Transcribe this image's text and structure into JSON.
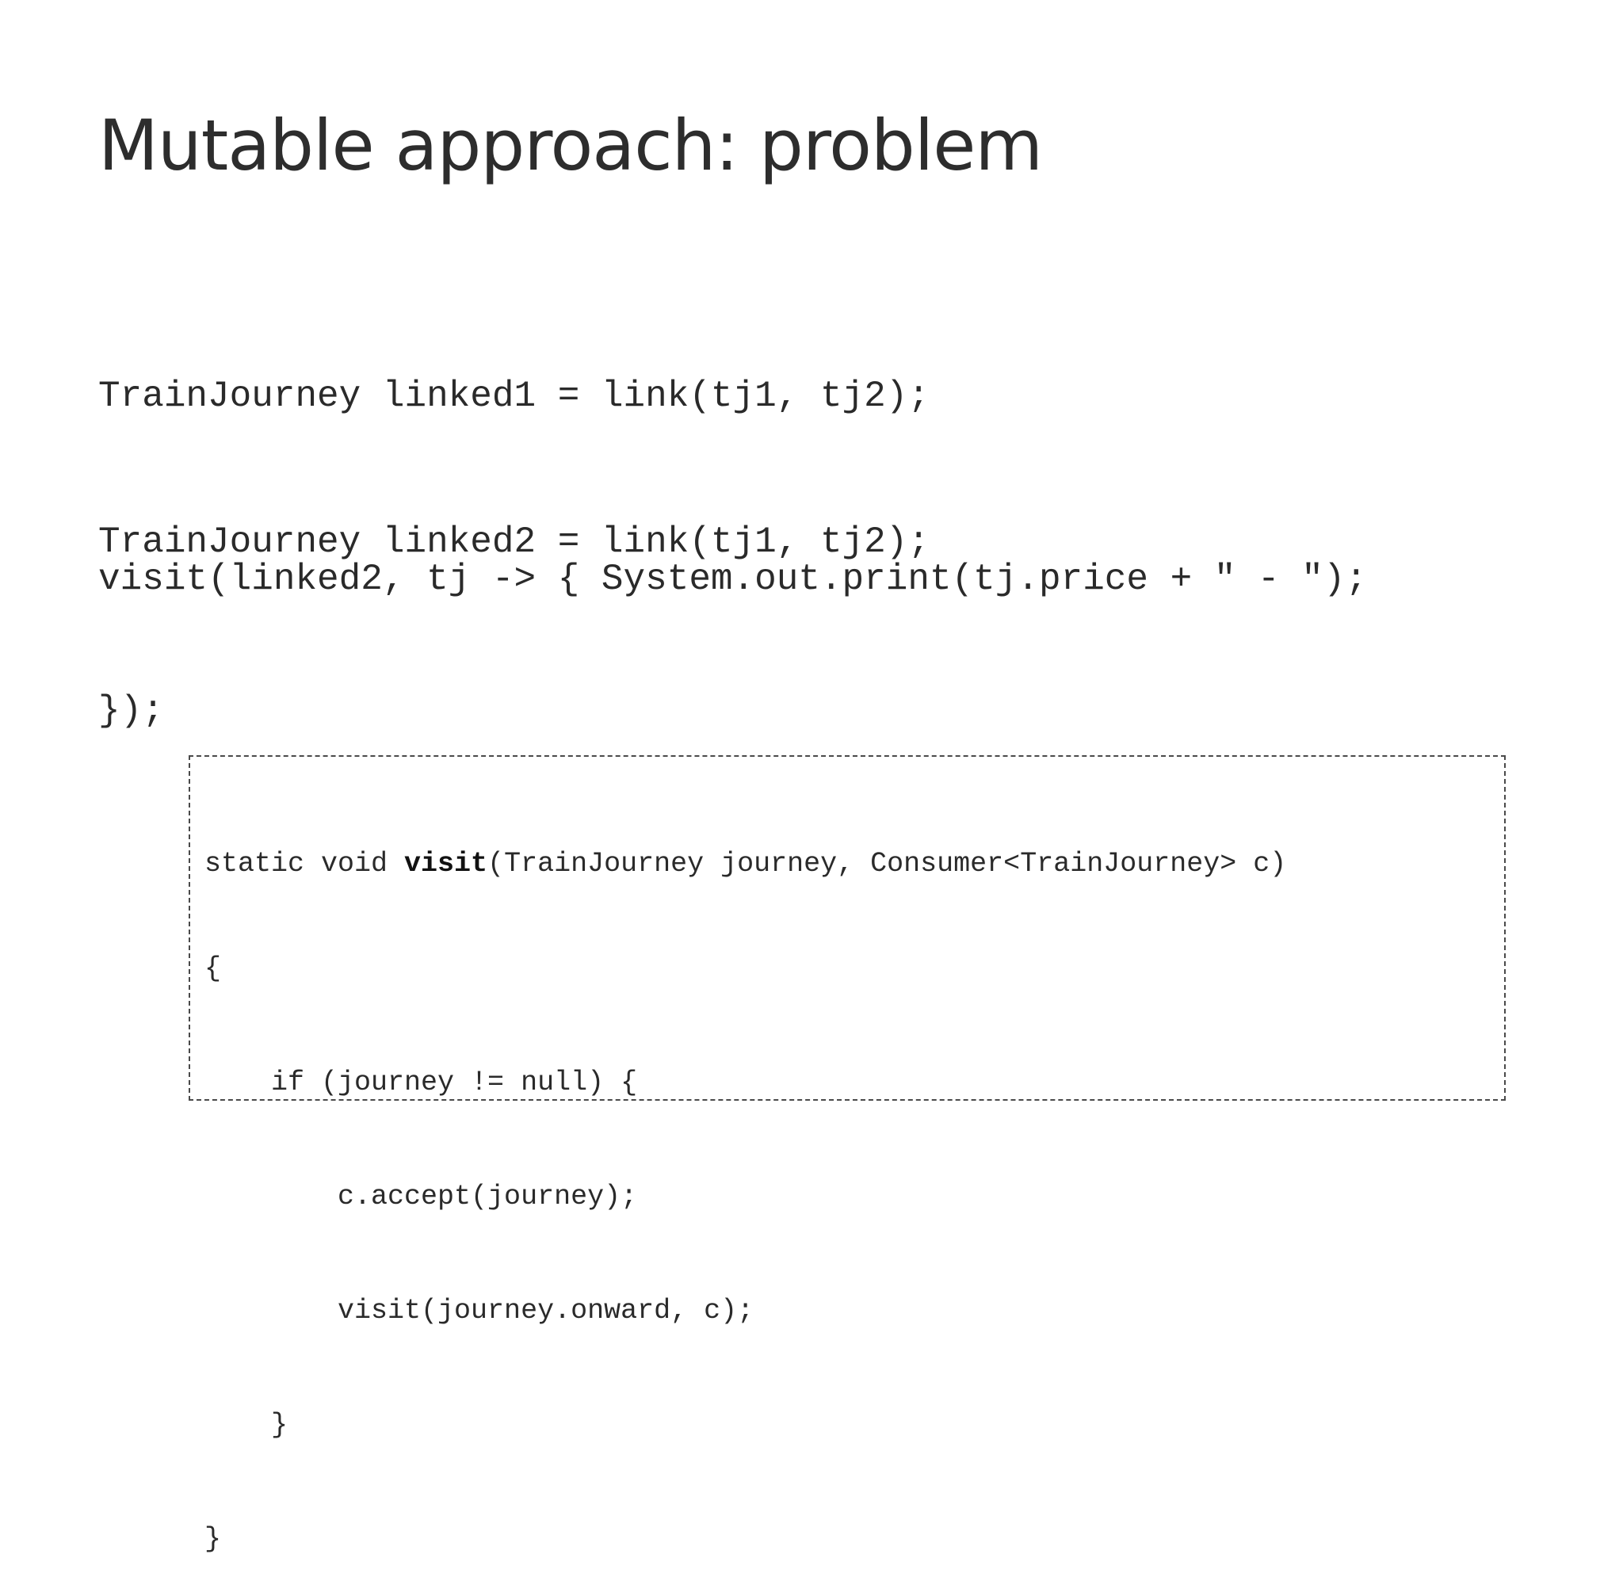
{
  "slide": {
    "title": "Mutable approach: problem"
  },
  "code_main": {
    "line1": "TrainJourney linked1 = link(tj1, tj2);",
    "line2": "TrainJourney linked2 = link(tj1, tj2);",
    "line3": "visit(linked2, tj -> { System.out.print(tj.price + \" - \");",
    "line4": "});"
  },
  "code_box": {
    "line1_pre": "static void ",
    "line1_bold": "visit",
    "line1_post": "(TrainJourney journey, Consumer<TrainJourney> c)",
    "line2": "{",
    "line3": "    if (journey != null) {",
    "line4": "        c.accept(journey);",
    "line5": "        visit(journey.onward, c);",
    "line6": "    }",
    "line7": "}"
  }
}
